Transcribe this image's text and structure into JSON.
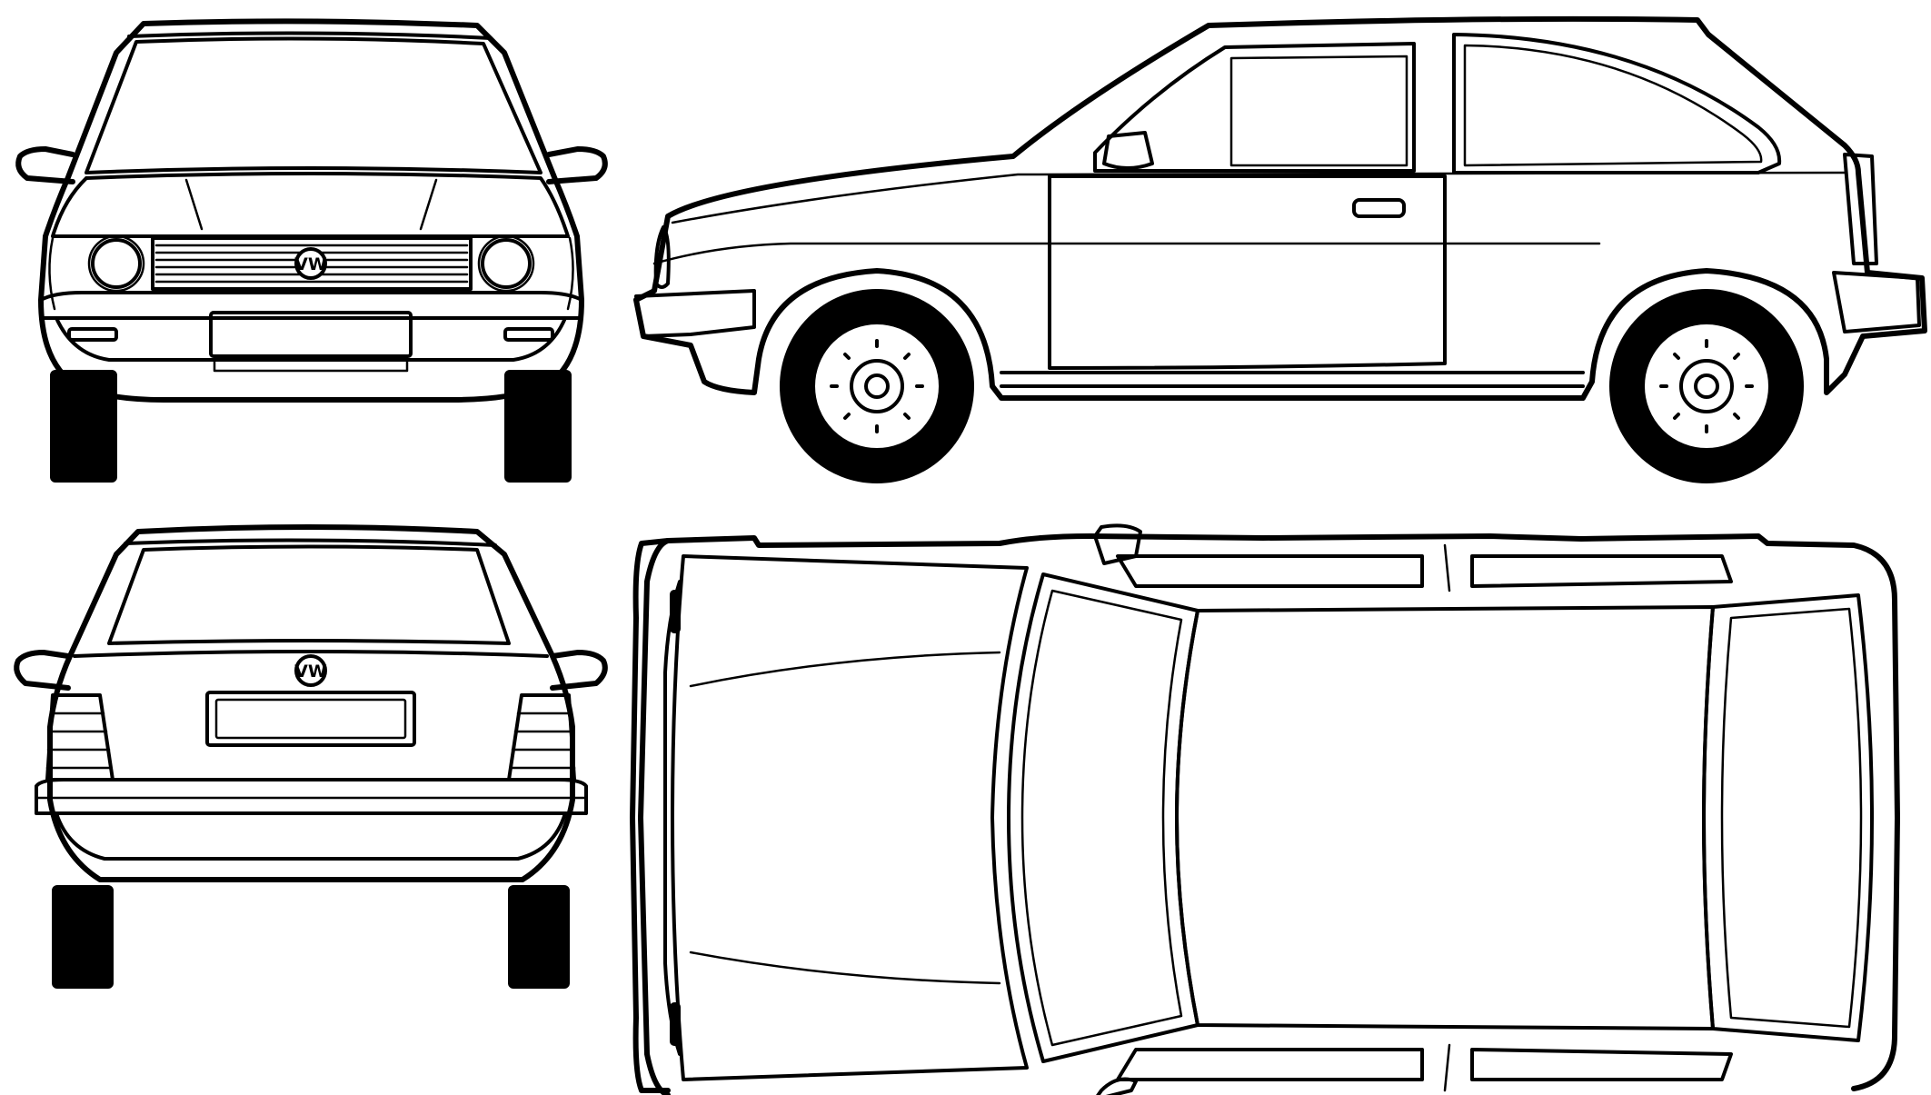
{
  "drawing": {
    "subject": "hatchback-car",
    "views": [
      "front",
      "side",
      "rear",
      "top"
    ],
    "front": {
      "badge": "VW"
    },
    "rear": {
      "badge": "VW"
    },
    "colors": {
      "line": "#000000",
      "background": "#ffffff",
      "tire": "#000000"
    }
  }
}
